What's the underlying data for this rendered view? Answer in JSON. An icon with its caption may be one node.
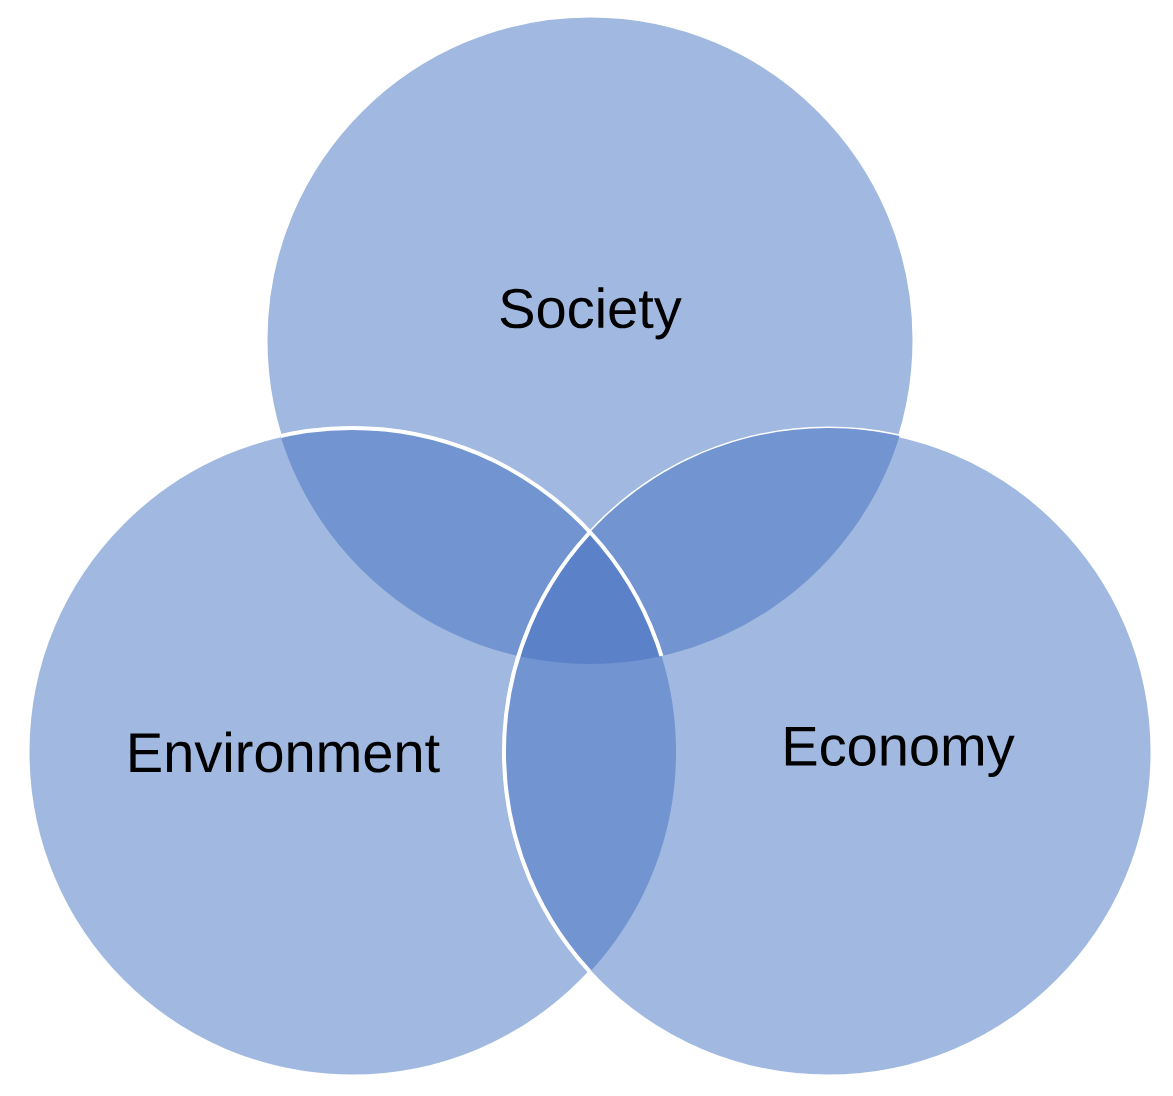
{
  "diagram": {
    "nodes": [
      {
        "text": [
          "Society"
        ]
      },
      {
        "text": [
          "Environment"
        ]
      },
      {
        "text": [
          "Economy"
        ]
      }
    ],
    "edges": []
  }
}
